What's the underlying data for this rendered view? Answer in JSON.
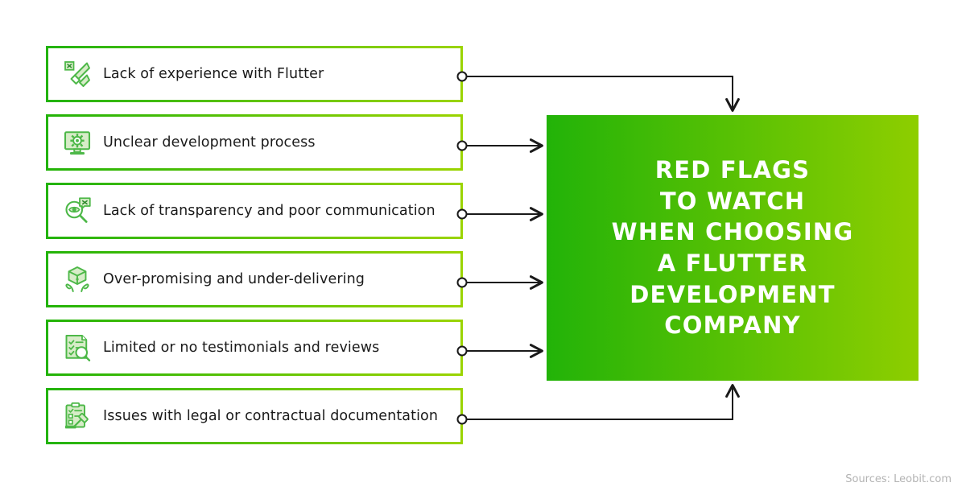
{
  "panel": {
    "title_lines": [
      "RED FLAGS",
      "TO WATCH",
      "WHEN CHOOSING",
      "A FLUTTER",
      "DEVELOPMENT",
      "COMPANY"
    ],
    "gradient_start": "#22B308",
    "gradient_end": "#8ECE00"
  },
  "cards": [
    {
      "label": "Lack of experience with Flutter",
      "icon": "flutter-x-icon"
    },
    {
      "label": "Unclear development process",
      "icon": "monitor-gear-icon"
    },
    {
      "label": "Lack of transparency and poor communication",
      "icon": "magnifier-eye-chat-x-icon"
    },
    {
      "label": "Over-promising and under-delivering",
      "icon": "box-in-hands-icon"
    },
    {
      "label": "Limited or no testimonials and reviews",
      "icon": "checklist-magnifier-icon"
    },
    {
      "label": "Issues with legal or contractual documentation",
      "icon": "clipboard-gavel-icon"
    }
  ],
  "colors": {
    "card_border_start": "#22B308",
    "card_border_end": "#9BD400",
    "icon_green": "#4DB848",
    "icon_fill": "#D7ECC8",
    "connector_line": "#1a1a1a",
    "text": "#1a1a1a",
    "source_text": "#b3b3b3"
  },
  "source": {
    "text": "Sources: Leobit.com"
  }
}
